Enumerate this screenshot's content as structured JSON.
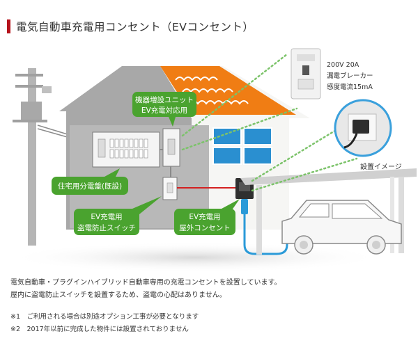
{
  "header": {
    "title": "電気自動車充電用コンセント（EVコンセント）"
  },
  "diagram": {
    "labels": {
      "unit": [
        "機器増設ユニット",
        "EV充電対応用"
      ],
      "panel": [
        "住宅用分電盤(既設)"
      ],
      "switch": [
        "EV充電用",
        "盗電防止スイッチ"
      ],
      "outlet": [
        "EV充電用",
        "屋外コンセント"
      ]
    },
    "breaker_spec": [
      "200V 20A",
      "漏電ブレーカー",
      "感度電流15mA"
    ],
    "install_image_label": "設置イメージ",
    "colors": {
      "green": "#4aa32f",
      "roof_orange": "#f07d14",
      "house_gray": "#a8a8a8",
      "cable_red": "#d42020",
      "cable_blue": "#2a9ad8",
      "dotted_line": "#7cc36a"
    }
  },
  "description": [
    "電気自動車・プラグインハイブリッド自動車専用の充電コンセントを設置しています。",
    "屋内に盗電防止スイッチを設置するため、盗電の心配はありません。"
  ],
  "notes": [
    "※1　ご利用される場合は別途オプション工事が必要となります",
    "※2　2017年以前に完成した物件には設置されておりません"
  ]
}
